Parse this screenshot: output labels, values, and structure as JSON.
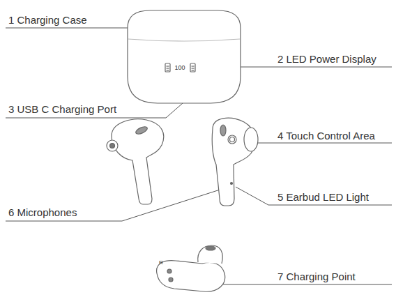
{
  "diagram": {
    "labels": [
      "1 Charging Case",
      "100",
      "2 LED Power Display",
      "3 USB C Charging Port",
      "4 Touch Control Area",
      "5 Earbud LED Light",
      "6 Microphones",
      "7 Charging Point",
      "R"
    ]
  }
}
